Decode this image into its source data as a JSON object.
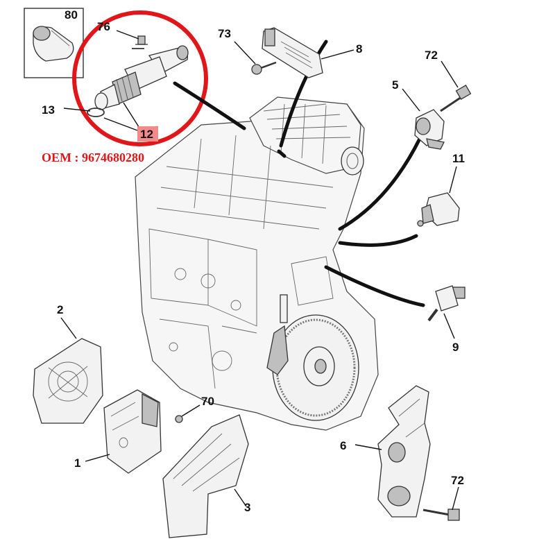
{
  "callouts": {
    "c80": "80",
    "c76": "76",
    "c73": "73",
    "c8": "8",
    "c72_top": "72",
    "c5": "5",
    "c13": "13",
    "c12": "12",
    "c11": "11",
    "c9": "9",
    "c2": "2",
    "c70": "70",
    "c1": "1",
    "c3": "3",
    "c6": "6",
    "c72_bottom": "72"
  },
  "oem_label": "OEM : 9674680280",
  "colors": {
    "highlight_circle": "#e0161b",
    "highlight_tag": "#f28a8a",
    "oem_text": "#e0161b"
  }
}
